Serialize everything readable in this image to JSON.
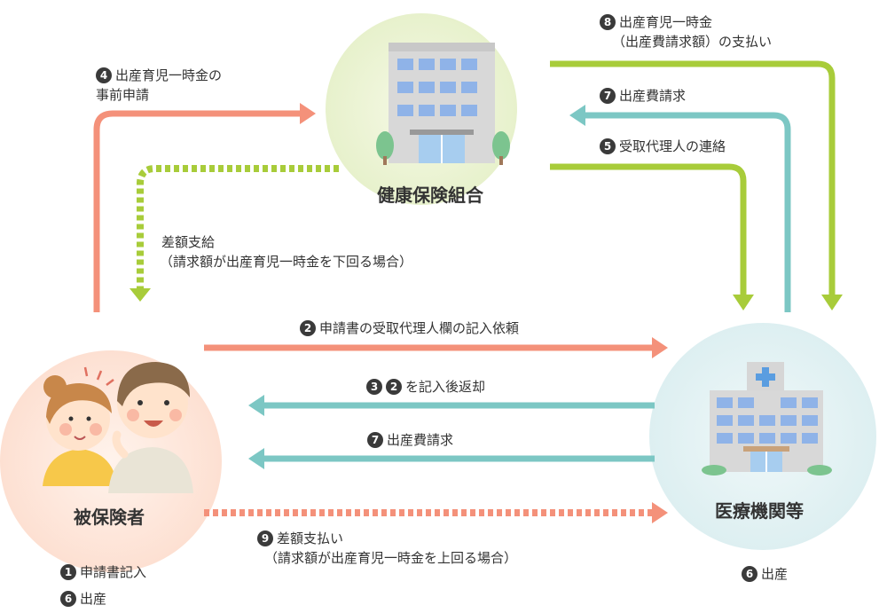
{
  "colors": {
    "salmon": "#f4917a",
    "green": "#a8cc3a",
    "teal": "#7cc7c4",
    "dark_badge": "#3a3a3a"
  },
  "nodes": {
    "insurer": {
      "label": "健康保険組合",
      "icon": "office-building-icon"
    },
    "insured": {
      "label": "被保険者",
      "icon": "couple-icon"
    },
    "hospital": {
      "label": "医療機関等",
      "icon": "hospital-building-icon"
    }
  },
  "steps": {
    "s1": {
      "num": "1",
      "text": "申請書記入"
    },
    "s2": {
      "num": "2",
      "text": "申請書の受取代理人欄の記入依頼"
    },
    "s3": {
      "num": "3",
      "num2": "2",
      "text": "を記入後返却"
    },
    "s4": {
      "num": "4",
      "line1": "出産育児一時金の",
      "line2": "事前申請"
    },
    "s5": {
      "num": "5",
      "text": "受取代理人の連絡"
    },
    "s6a": {
      "num": "6",
      "text": "出産"
    },
    "s6b": {
      "num": "6",
      "text": "出産"
    },
    "s7a": {
      "num": "7",
      "text": "出産費請求"
    },
    "s7b": {
      "num": "7",
      "text": "出産費請求"
    },
    "s8": {
      "num": "8",
      "line1": "出産育児一時金",
      "line2": "（出産費請求額）の支払い"
    },
    "s9": {
      "num": "9",
      "line1": "差額支払い",
      "line2": "（請求額が出産育児一時金を上回る場合）"
    },
    "diff_pay": {
      "line1": "差額支給",
      "line2": "（請求額が出産育児一時金を下回る場合）"
    }
  }
}
